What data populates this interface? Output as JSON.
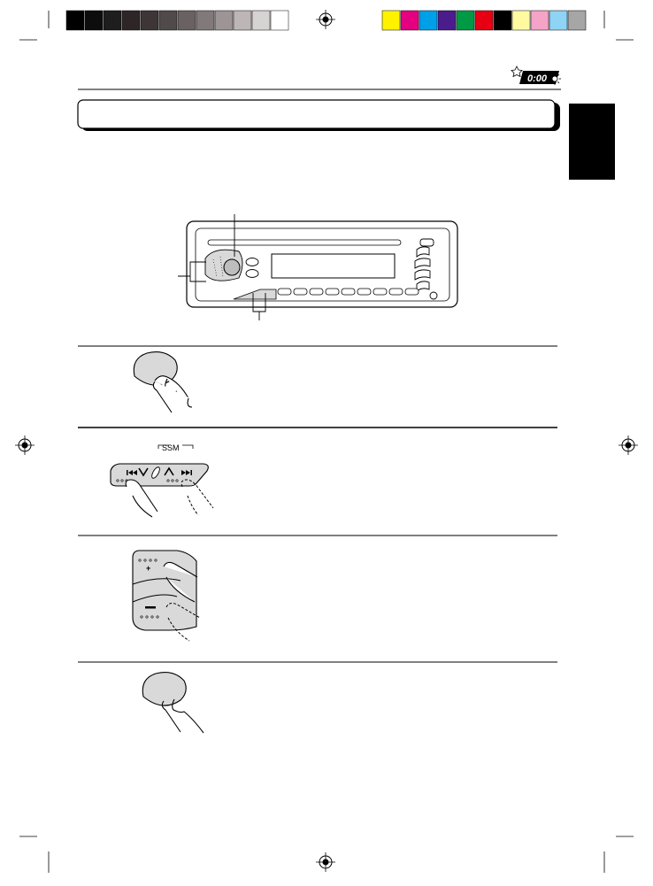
{
  "header": {
    "clock_display": "0:00",
    "icons": [
      "star-outline-icon",
      "clock-display-icon",
      "sun-icon"
    ]
  },
  "registration": {
    "crosshair_marks": [
      "registration-mark-top",
      "registration-mark-left",
      "registration-mark-right",
      "registration-mark-bottom"
    ]
  },
  "color_bar": {
    "grayscale": [
      "#000000",
      "#0d0d0d",
      "#1e1e1e",
      "#2e2626",
      "#3e3636",
      "#514a4a",
      "#6a6262",
      "#827a7a",
      "#9d9595",
      "#bdb6b6",
      "#d8d3d3",
      "#ffffff"
    ],
    "colors": [
      "#fff200",
      "#e4007f",
      "#00a0e9",
      "#4b1d8c",
      "#009944",
      "#e60012",
      "#000000",
      "#fffaa0",
      "#f5a3c7",
      "#8fd3f5",
      "#a6a6a6"
    ]
  },
  "steps": {
    "step2": {
      "label": "SSM"
    }
  },
  "colors": {
    "ink": "#000000",
    "finger_fill": "#ffffff",
    "button_fill": "#d9d9d9",
    "language_tab": "#000000"
  }
}
